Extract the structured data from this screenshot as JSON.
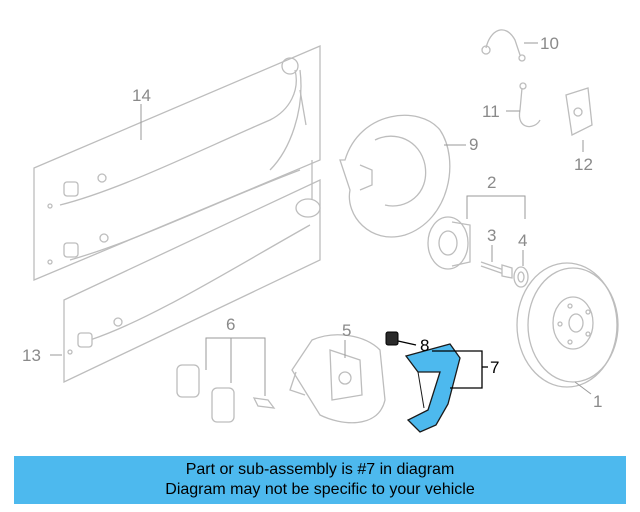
{
  "callouts": {
    "c1": "1",
    "c2": "2",
    "c3": "3",
    "c4": "4",
    "c5": "5",
    "c6": "6",
    "c7": "7",
    "c8": "8",
    "c9": "9",
    "c10": "10",
    "c11": "11",
    "c12": "12",
    "c13": "13",
    "c14": "14"
  },
  "highlight_color": "#4db9ee",
  "highlighted_part": "7",
  "banner": {
    "line1": "Part or sub-assembly is #7 in diagram",
    "line2": "Diagram may not be specific to your vehicle"
  }
}
